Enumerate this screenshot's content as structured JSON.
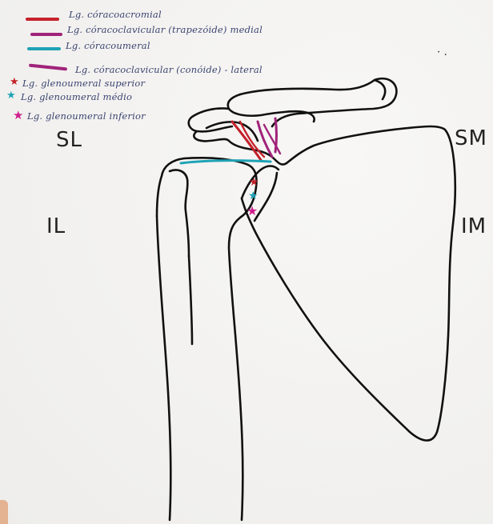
{
  "colors": {
    "red": "#c4212a",
    "magenta": "#a0237a",
    "teal": "#1fa2b5",
    "pink": "#cf1f8e",
    "outline": "#111111"
  },
  "legend": {
    "items": [
      {
        "text": "Lg. córacoacromial",
        "color": "#c4212a"
      },
      {
        "text": "Lg. córacoclavicular (trapezóide) medial",
        "color": "#a0237a"
      },
      {
        "text": "Lg. córacoumeral",
        "color": "#1fa2b5"
      },
      {
        "text": "Lg. córacoclavicular (conóide) - lateral",
        "color": "#a0237a"
      },
      {
        "text": "Lg. glenoumeral superior",
        "color": "#c4212a"
      },
      {
        "text": "Lg. glenoumeral médio",
        "color": "#1fa2b5"
      },
      {
        "text": "Lg. glenoumeral inferior",
        "color": "#cf1f8e"
      }
    ]
  },
  "zones": {
    "superior_lateral": "SL",
    "inferior_lateral": "IL",
    "superior_medial": "SM",
    "inferior_medial": "IM"
  },
  "marks": {
    "stray": "·  ."
  }
}
